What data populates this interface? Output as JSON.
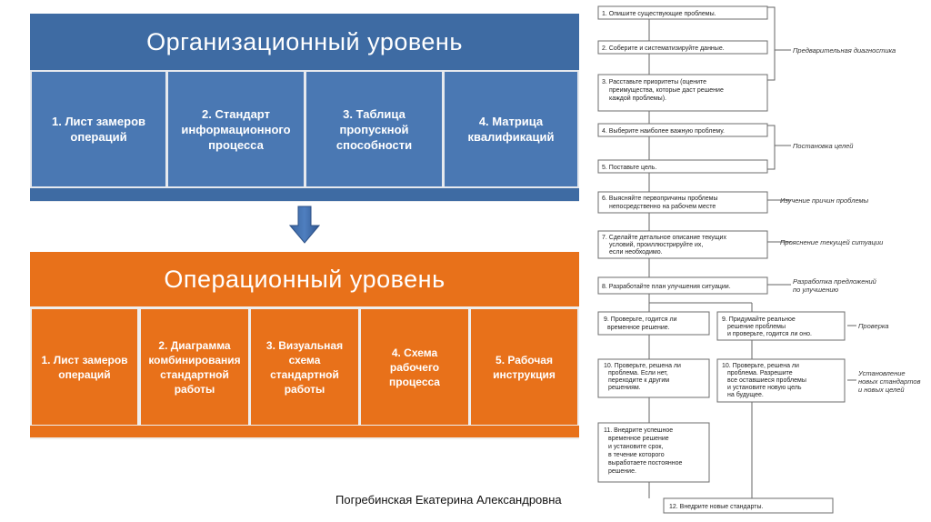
{
  "org": {
    "title": "Организационный уровень",
    "items": [
      {
        "line1": "1. Лист замеров",
        "line2": "операций",
        "line3": ""
      },
      {
        "line1": "2. Стандарт",
        "line2": "информационного",
        "line3": "процесса"
      },
      {
        "line1": "3. Таблица",
        "line2": "пропускной",
        "line3": "способности"
      },
      {
        "line1": "4. Матрица",
        "line2": "квалификаций",
        "line3": ""
      }
    ]
  },
  "ops": {
    "title": "Операционный уровень",
    "items": [
      {
        "line1": "1. Лист замеров",
        "line2": "операций",
        "line3": "",
        "line4": ""
      },
      {
        "line1": "2. Диаграмма",
        "line2": "комбинирования",
        "line3": "стандартной",
        "line4": "работы"
      },
      {
        "line1": "3. Визуальная",
        "line2": "схема",
        "line3": "стандартной",
        "line4": "работы"
      },
      {
        "line1": "4. Схема",
        "line2": "рабочего",
        "line3": "процесса",
        "line4": ""
      },
      {
        "line1": "5. Рабочая",
        "line2": "инструкция",
        "line3": "",
        "line4": ""
      }
    ]
  },
  "flow": {
    "steps": [
      {
        "lines": [
          "1. Опишите существующие проблемы."
        ]
      },
      {
        "lines": [
          "2. Соберите и систематизируйте данные."
        ]
      },
      {
        "lines": [
          "3. Расставьте приоритеты (оцените",
          "преимущества, которые даст решение",
          "каждой проблемы)."
        ]
      },
      {
        "lines": [
          "4. Выберите наиболее важную проблему."
        ]
      },
      {
        "lines": [
          "5. Поставьте цель."
        ]
      },
      {
        "lines": [
          "6. Выясняйте первопричины проблемы",
          "непосредственно на рабочем месте"
        ]
      },
      {
        "lines": [
          "7. Сделайте детальное описание текущих",
          "условий, проиллюстрируйте их,",
          "если необходимо."
        ]
      },
      {
        "lines": [
          "8. Разработайте план улучшения ситуации."
        ]
      },
      {
        "lines": [
          "9. Проверьте, годится ли",
          "временное решение."
        ]
      },
      {
        "lines": [
          "9. Придумайте реальное",
          "решение проблемы",
          "и проверьте, годится ли оно."
        ]
      },
      {
        "lines": [
          "10. Проверьте, решена ли",
          "проблема. Если нет,",
          "переходите к другим",
          "решениям."
        ]
      },
      {
        "lines": [
          "10. Проверьте, решена ли",
          "проблема. Разрешите",
          "все оставшиеся проблемы",
          "и установите новую цель",
          "на будущее."
        ]
      },
      {
        "lines": [
          "11. Внедрите успешное",
          "временное решение",
          "и установите срок,",
          "в течение которого",
          "выработаете постоянное",
          "решение."
        ]
      },
      {
        "lines": [
          "12. Внедрите новые стандарты."
        ]
      }
    ],
    "phases": [
      {
        "lines": [
          "Предварительная диагностика"
        ]
      },
      {
        "lines": [
          "Постановка целей"
        ]
      },
      {
        "lines": [
          "Изучение причин проблемы"
        ]
      },
      {
        "lines": [
          "Прояснение текущей ситуации"
        ]
      },
      {
        "lines": [
          "Разработка предложений",
          "по улучшению"
        ]
      },
      {
        "lines": [
          "Проверка"
        ]
      },
      {
        "lines": [
          "Установление",
          "новых стандартов",
          "и новых целей"
        ]
      }
    ]
  },
  "author": "Погребинская Екатерина Александровна",
  "colors": {
    "blue": "#3e6ba3",
    "orange": "#e8711a"
  }
}
